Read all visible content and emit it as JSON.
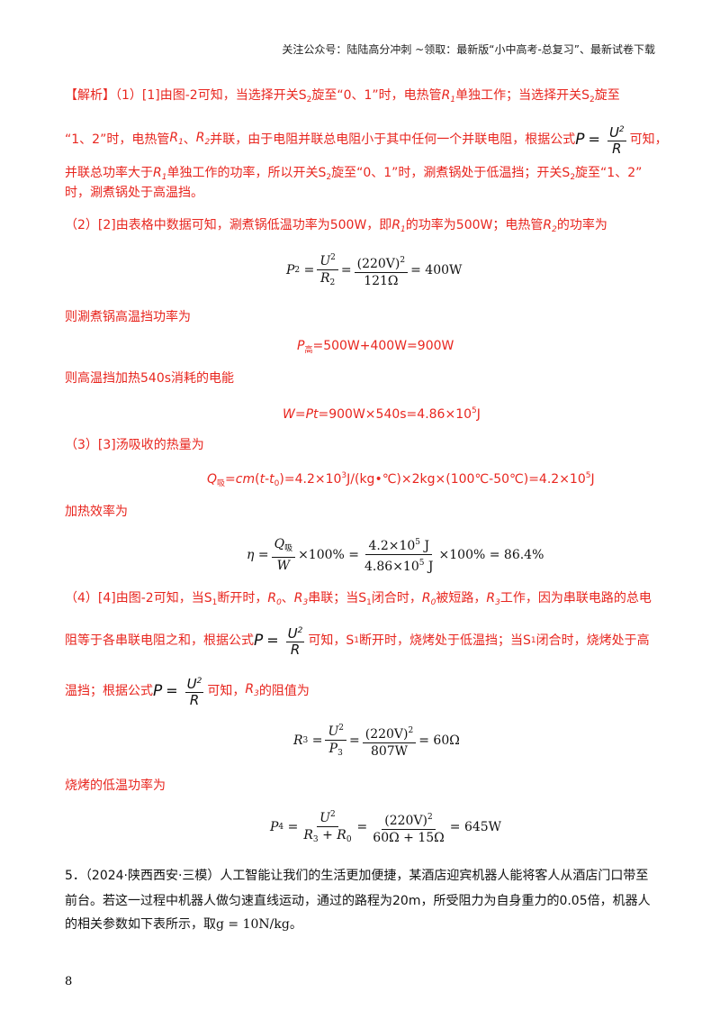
{
  "header": {
    "text": "关注公众号：陆陆高分冲刺 ~领取：最新版“小中高考-总复习”、最新试卷下载"
  },
  "analysis": {
    "tag": "【解析】",
    "p1_a": "（1）[1]由图-2可知，当选择开关S",
    "p1_b": "旋至“0、1”时，电热管",
    "p1_c": "单独工作；当选择开关S",
    "p1_d": "旋至",
    "p2_a": "“1、2”时，电热管",
    "p2_b": "、",
    "p2_c": "并联，由于电阻并联总电阻小于其中任何一个并联电阻，根据公式",
    "p2_d": "可知，",
    "p3_a": "并联总功率大于",
    "p3_b": "单独工作的功率，所以开关S",
    "p3_c": "旋至“0、1”时，涮煮锅处于低温挡；开关S",
    "p3_d": "旋至“1、2”",
    "p4": "时，涮煮锅处于高温挡。",
    "p5_a": "（2）[2]由表格中数据可知，涮煮锅低温功率为500W，即",
    "p5_b": "的功率为500W；电热管",
    "p5_c": "的功率为",
    "p6": "则涮煮锅高温挡功率为",
    "eq_p_total": "=500W+400W=900W",
    "p7": "则高温挡加热540s消耗的电能",
    "eq_w": "=900W×540s=4.86×10",
    "p8": "（3）[3]汤吸收的热量为",
    "eq_q": "=4.2×10",
    "eq_q_b": "J/(kg•℃)×2kg×(100℃-50℃)=4.2×10",
    "p9": "加热效率为",
    "p10_a": "（4）[4]由图-2可知，当S",
    "p10_b": "断开时，",
    "p10_c": "串联；当S",
    "p10_d": "闭合时，",
    "p10_e": "被短路，",
    "p10_f": "工作，因为串联电路的总电",
    "p11_a": "阻等于各串联电阻之和，根据公式",
    "p11_b": "可知，S",
    "p11_c": "断开时，烧烤处于低温挡；当S",
    "p11_d": "闭合时，烧烤处于高",
    "p12_a": "温挡；根据公式",
    "p12_b": "可知，",
    "p12_c": "的阻值为",
    "p13": "烧烤的低温功率为"
  },
  "question5": {
    "line1": "5．（2024·陕西西安·三模）人工智能让我们的生活更加便捷，某酒店迎宾机器人能将客人从酒店门口带至",
    "line2": "前台。若这一过程中机器人做匀速直线运动，通过的路程为20m，所受阻力为自身重力的0.05倍，机器人",
    "line3": "的相关参数如下表所示，取",
    "line3_eq": "g = 10N/kg",
    "line3_end": "。"
  },
  "page_number": "8"
}
